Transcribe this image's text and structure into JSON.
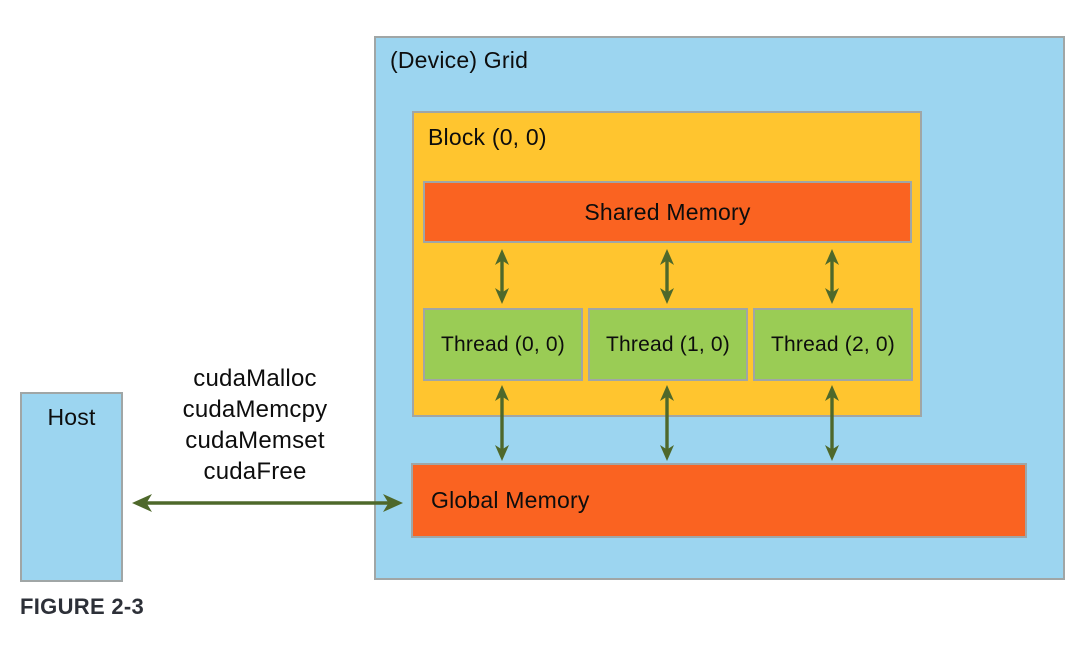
{
  "figure": {
    "caption": "FIGURE 2-3"
  },
  "diagram": {
    "grid": {
      "label": "(Device) Grid"
    },
    "block": {
      "label": "Block (0, 0)"
    },
    "shared_memory": {
      "label": "Shared Memory"
    },
    "threads": [
      {
        "label": "Thread (0, 0)"
      },
      {
        "label": "Thread (1, 0)"
      },
      {
        "label": "Thread (2, 0)"
      }
    ],
    "global_memory": {
      "label": "Global Memory"
    },
    "host": {
      "label": "Host"
    },
    "api_calls": [
      "cudaMalloc",
      "cudaMemcpy",
      "cudaMemset",
      "cudaFree"
    ]
  },
  "icons": {
    "vertical_double_arrow": "double-headed-vertical-arrow",
    "horizontal_double_arrow": "double-headed-horizontal-arrow"
  },
  "colors": {
    "device_blue": "#9CD5F0",
    "block_gold": "#FFC52F",
    "memory_orange": "#FA6321",
    "thread_green": "#9ACC55",
    "arrow_green": "#4E682B",
    "border_gray": "#A0A6A6",
    "caption_dark": "#2D3038"
  }
}
